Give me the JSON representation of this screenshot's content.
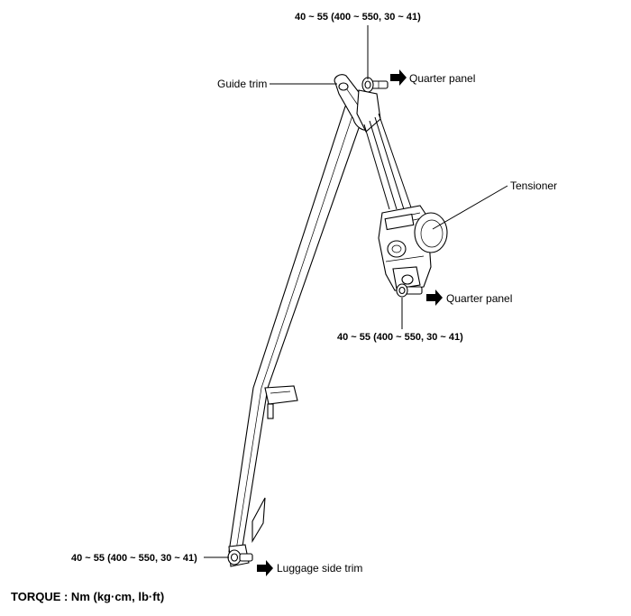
{
  "labels": {
    "torque_top": "40 ~ 55 (400 ~ 550, 30 ~ 41)",
    "quarter_panel_top": "Quarter panel",
    "guide_trim": "Guide trim",
    "tensioner": "Tensioner",
    "quarter_panel_mid": "Quarter panel",
    "torque_mid": "40 ~ 55 (400 ~ 550, 30 ~ 41)",
    "torque_bottom": "40 ~ 55 (400 ~ 550, 30 ~ 41)",
    "luggage_side_trim": "Luggage side trim"
  },
  "legend": {
    "torque_units": "TORQUE : Nm (kg·cm, lb·ft)"
  },
  "icons": {
    "arrow": "arrow-right-icon"
  }
}
